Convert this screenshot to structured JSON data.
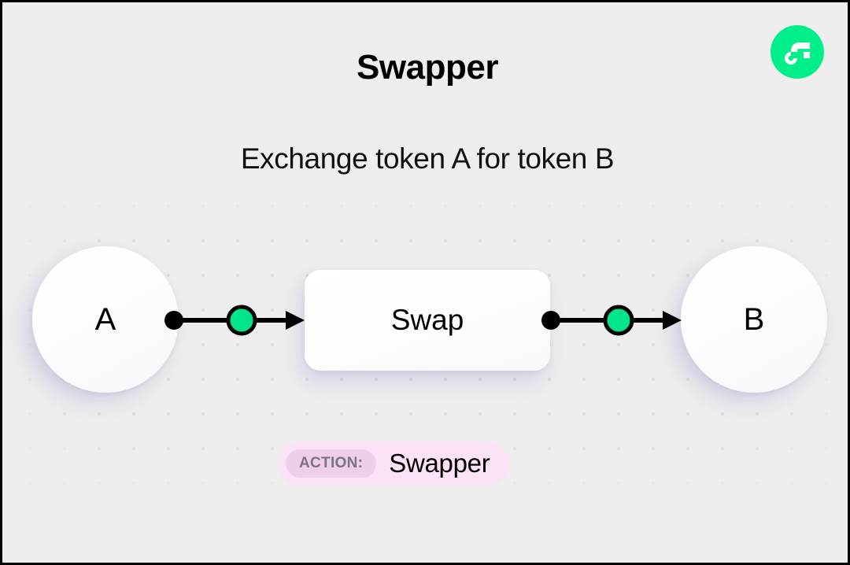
{
  "page": {
    "title": "Swapper",
    "subtitle": "Exchange token A for token B"
  },
  "brand": {
    "logo_name": "flow-logo-icon",
    "logo_color": "#00ef8b"
  },
  "diagram": {
    "type": "flow",
    "nodes": [
      {
        "id": "a",
        "label": "A",
        "shape": "circle"
      },
      {
        "id": "swap",
        "label": "Swap",
        "shape": "rounded-rect"
      },
      {
        "id": "b",
        "label": "B",
        "shape": "circle"
      }
    ],
    "edges": [
      {
        "from": "a",
        "to": "swap",
        "marker": "green-dot",
        "arrow": "triangle"
      },
      {
        "from": "swap",
        "to": "b",
        "marker": "green-dot",
        "arrow": "triangle"
      }
    ],
    "colors": {
      "accent_green": "#00e587",
      "handle_black": "#000000",
      "node_surface": "#ffffff",
      "canvas_background": "#eeeeee",
      "dot_grid": "#dcdcdc"
    }
  },
  "action_badge": {
    "key_label": "ACTION:",
    "value_label": "Swapper",
    "background": "#fbe2f7",
    "key_background": "#edcfe9"
  }
}
